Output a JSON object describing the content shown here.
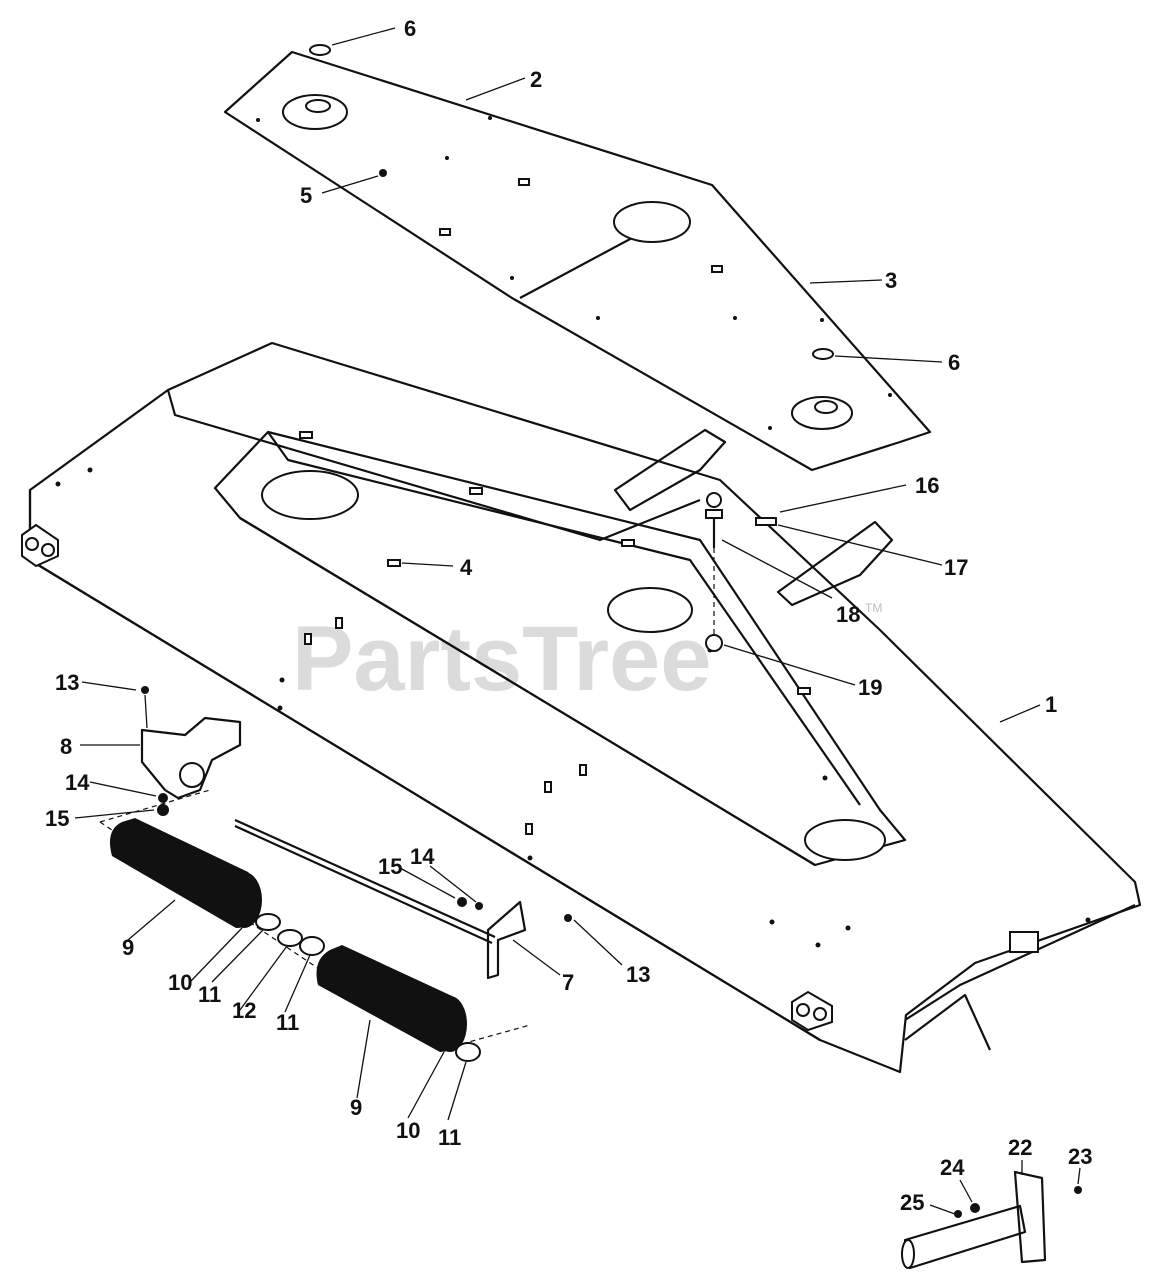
{
  "watermark": {
    "text": "PartsTree",
    "trademark": "TM"
  },
  "callouts": [
    {
      "id": "c6a",
      "text": "6"
    },
    {
      "id": "c2",
      "text": "2"
    },
    {
      "id": "c5",
      "text": "5"
    },
    {
      "id": "c3",
      "text": "3"
    },
    {
      "id": "c6b",
      "text": "6"
    },
    {
      "id": "c16",
      "text": "16"
    },
    {
      "id": "c4",
      "text": "4"
    },
    {
      "id": "c17",
      "text": "17"
    },
    {
      "id": "c18",
      "text": "18"
    },
    {
      "id": "c19",
      "text": "19"
    },
    {
      "id": "c1",
      "text": "1"
    },
    {
      "id": "c13a",
      "text": "13"
    },
    {
      "id": "c8",
      "text": "8"
    },
    {
      "id": "c14a",
      "text": "14"
    },
    {
      "id": "c15a",
      "text": "15"
    },
    {
      "id": "c14b",
      "text": "14"
    },
    {
      "id": "c15b",
      "text": "15"
    },
    {
      "id": "c9a",
      "text": "9"
    },
    {
      "id": "c10a",
      "text": "10"
    },
    {
      "id": "c11a",
      "text": "11"
    },
    {
      "id": "c12",
      "text": "12"
    },
    {
      "id": "c11b",
      "text": "11"
    },
    {
      "id": "c7",
      "text": "7"
    },
    {
      "id": "c13b",
      "text": "13"
    },
    {
      "id": "c9b",
      "text": "9"
    },
    {
      "id": "c10b",
      "text": "10"
    },
    {
      "id": "c11c",
      "text": "11"
    },
    {
      "id": "c22",
      "text": "22"
    },
    {
      "id": "c23",
      "text": "23"
    },
    {
      "id": "c24",
      "text": "24"
    },
    {
      "id": "c25",
      "text": "25"
    }
  ]
}
